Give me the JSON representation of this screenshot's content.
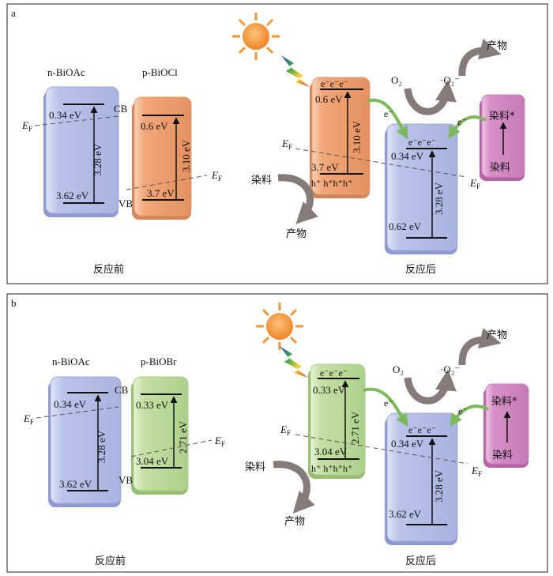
{
  "panels": [
    {
      "id": "a",
      "letter": "a",
      "before": {
        "caption": "反应前",
        "n_name": "n-BiOAc",
        "p_name": "p-BiOCl",
        "n_cb": "0.34 eV",
        "n_gap": "3.28 eV",
        "n_vb": "3.62 eV",
        "p_cb": "0.6 eV",
        "p_gap": "3.10 eV",
        "p_vb": "3.7 eV",
        "cb_label": "CB",
        "vb_label": "VB",
        "ef": "E",
        "ef_sub": "F"
      },
      "after": {
        "caption": "反应后",
        "p_cb": "0.6 eV",
        "p_gap": "3.10 eV",
        "p_vb": "3.7 eV",
        "n_cb": "0.34 eV",
        "n_gap": "3.28 eV",
        "n_vb": "0.62 eV",
        "electrons": "e⁻e⁻e⁻",
        "holes": "h⁺ h⁺h⁺h⁺",
        "o2": "O₂",
        "superoxide": "·O₂⁻",
        "e_minus": "e⁻",
        "product": "产物",
        "dye": "染料",
        "dye_excited": "染料*",
        "ef": "E",
        "ef_sub": "F"
      }
    },
    {
      "id": "b",
      "letter": "b",
      "before": {
        "caption": "反应前",
        "n_name": "n-BiOAc",
        "p_name": "p-BiOBr",
        "n_cb": "0.34 eV",
        "n_gap": "3.28 eV",
        "n_vb": "3.62 eV",
        "p_cb": "0.33 eV",
        "p_gap": "2.71 eV",
        "p_vb": "3.04 eV",
        "cb_label": "CB",
        "vb_label": "VB",
        "ef": "E",
        "ef_sub": "F"
      },
      "after": {
        "caption": "反应后",
        "p_cb": "0.33 eV",
        "p_gap": "2.71 eV",
        "p_vb": "3.04 eV",
        "n_cb": "0.34 eV",
        "n_gap": "3.28 eV",
        "n_vb": "3.62 eV",
        "electrons": "e⁻e⁻e⁻",
        "holes": "h⁺ h⁺h⁺h⁺",
        "o2": "O₂",
        "superoxide": "·O₂⁻",
        "e_minus": "e⁻",
        "product": "产物",
        "dye": "染料",
        "dye_excited": "染料*",
        "ef": "E",
        "ef_sub": "F"
      }
    }
  ],
  "colors": {
    "blue_face": "#b8c2e8",
    "blue_edge": "#8f9bd0",
    "orange_face": "#f0a276",
    "orange_edge": "#d2845a",
    "green_face": "#c1dea0",
    "green_edge": "#97bf74",
    "magenta_face": "#d78ec8",
    "magenta_edge": "#b564a6",
    "arrow_gray": "#857b7a",
    "transfer_green": "#7cb95a",
    "sun": "#f39535"
  },
  "icons": [
    "sun-icon",
    "light-bolt-icon"
  ]
}
